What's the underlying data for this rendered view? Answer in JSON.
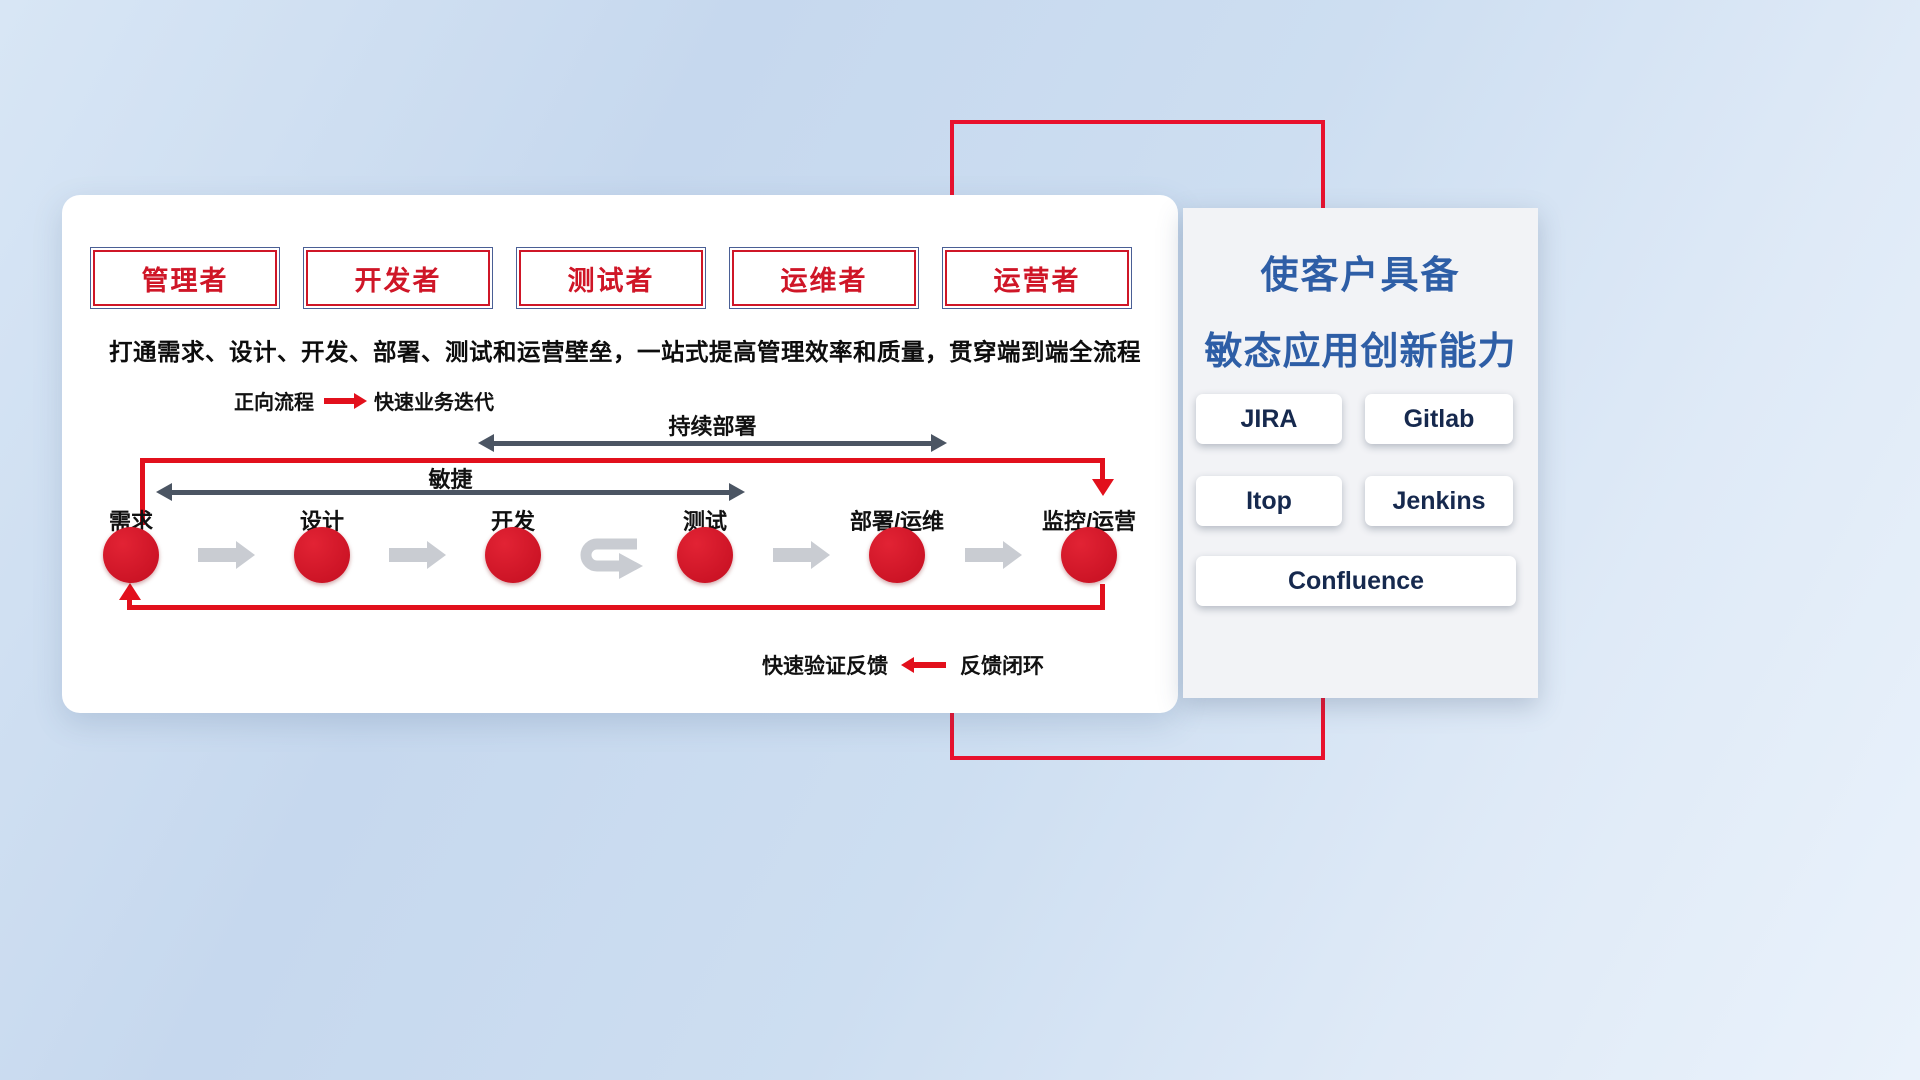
{
  "roles": [
    "管理者",
    "开发者",
    "测试者",
    "运维者",
    "运营者"
  ],
  "subtitle": "打通需求、设计、开发、部署、测试和运营壁垒，一站式提高管理效率和质量，贯穿端到端全流程",
  "legend_forward": {
    "label": "正向流程",
    "desc": "快速业务迭代"
  },
  "spans": {
    "continuous_deploy": "持续部署",
    "agile": "敏捷"
  },
  "stages": [
    "需求",
    "设计",
    "开发",
    "测试",
    "部署/运维",
    "监控/运营"
  ],
  "legend_feedback": {
    "label": "快速验证反馈",
    "desc": "反馈闭环"
  },
  "side_panel": {
    "title_line1": "使客户具备",
    "title_line2": "敏态应用创新能力",
    "tools": [
      "JIRA",
      "Gitlab",
      "Itop",
      "Jenkins",
      "Confluence"
    ]
  },
  "colors": {
    "accent_red": "#e8112d",
    "title_blue": "#2e5ea6",
    "circle_red": "#c40e20",
    "dark_arrow": "#4b5563",
    "gray_arrow": "#c9ccd2"
  }
}
